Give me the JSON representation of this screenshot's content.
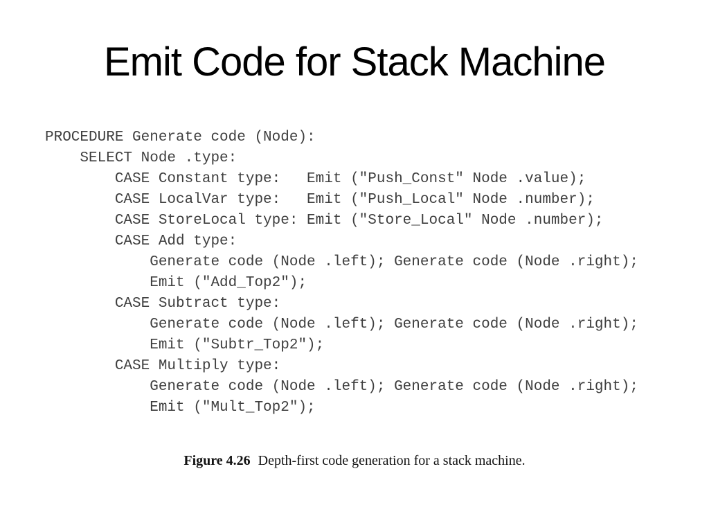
{
  "slide": {
    "title": "Emit Code for Stack Machine",
    "code_lines": [
      "PROCEDURE Generate code (Node):",
      "    SELECT Node .type:",
      "        CASE Constant type:   Emit (\"Push_Const\" Node .value);",
      "        CASE LocalVar type:   Emit (\"Push_Local\" Node .number);",
      "        CASE StoreLocal type: Emit (\"Store_Local\" Node .number);",
      "        CASE Add type:",
      "            Generate code (Node .left); Generate code (Node .right);",
      "            Emit (\"Add_Top2\");",
      "        CASE Subtract type:",
      "            Generate code (Node .left); Generate code (Node .right);",
      "            Emit (\"Subtr_Top2\");",
      "        CASE Multiply type:",
      "            Generate code (Node .left); Generate code (Node .right);",
      "            Emit (\"Mult_Top2\");"
    ],
    "caption": {
      "label": "Figure 4.26",
      "text": "Depth-first code generation for a stack machine."
    }
  },
  "colors": {
    "background": "#ffffff",
    "title": "#000000",
    "code": "#3e3e3e",
    "caption": "#121212"
  }
}
